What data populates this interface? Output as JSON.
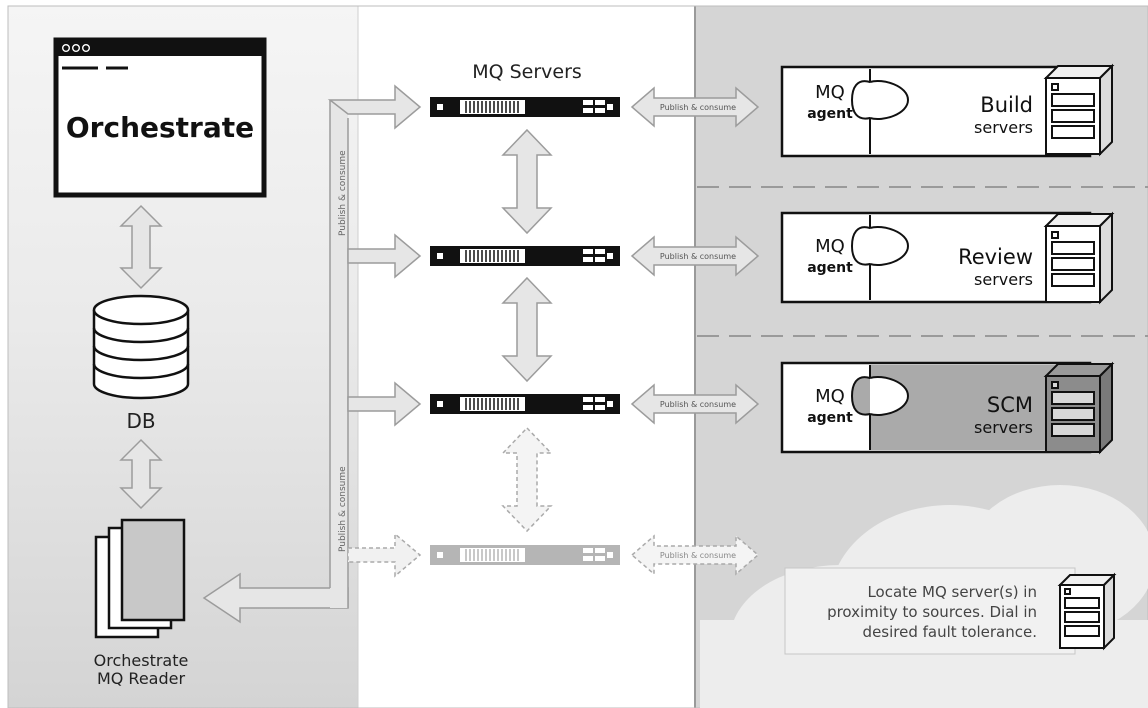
{
  "orchestrate_window": {
    "title": "Orchestrate"
  },
  "db": {
    "label": "DB"
  },
  "mq_reader": {
    "label_line1": "Orchestrate",
    "label_line2": "MQ Reader"
  },
  "mq_servers": {
    "heading": "MQ Servers"
  },
  "publish_consume_label": "Publish & consume",
  "agent_groups": [
    {
      "mq_line1": "MQ",
      "mq_line2": "agent",
      "name_line1": "Build",
      "name_line2": "servers"
    },
    {
      "mq_line1": "MQ",
      "mq_line2": "agent",
      "name_line1": "Review",
      "name_line2": "servers"
    },
    {
      "mq_line1": "MQ",
      "mq_line2": "agent",
      "name_line1": "SCM",
      "name_line2": "servers"
    }
  ],
  "cloud_note": {
    "line1": "Locate MQ server(s) in",
    "line2": "proximity to sources. Dial in",
    "line3": "desired fault tolerance."
  },
  "colors": {
    "left_panel_top": "#f2f2f2",
    "left_panel_bottom": "#d6d6d6",
    "right_panel": "#d4d4d4",
    "arrow_fill": "#e6e6e6",
    "scm_fill": "#aaaaaa"
  }
}
